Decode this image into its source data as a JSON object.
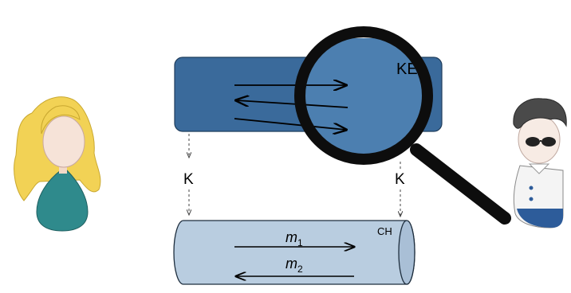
{
  "diagram": {
    "ke_box": {
      "label": "KE",
      "color": "#3a6a9b"
    },
    "ch_tube": {
      "label": "CH",
      "color": "#b9cde0"
    },
    "key_left": "K",
    "key_right": "K",
    "message_1": {
      "base": "m",
      "sub": "1"
    },
    "message_2": {
      "base": "m",
      "sub": "2"
    },
    "figures": {
      "left": "alice-figure",
      "right": "bob-figure"
    },
    "icons": [
      "magnifying-glass-icon"
    ],
    "colors": {
      "ke_fill": "#3a6a9b",
      "ch_fill": "#b9cde0",
      "lens_ring": "#0d0d0d",
      "alice_hair": "#f2d255",
      "alice_dress": "#2f8a8c",
      "bob_hair": "#4a4a4a",
      "bob_shirt": "#2d5c9a"
    }
  }
}
